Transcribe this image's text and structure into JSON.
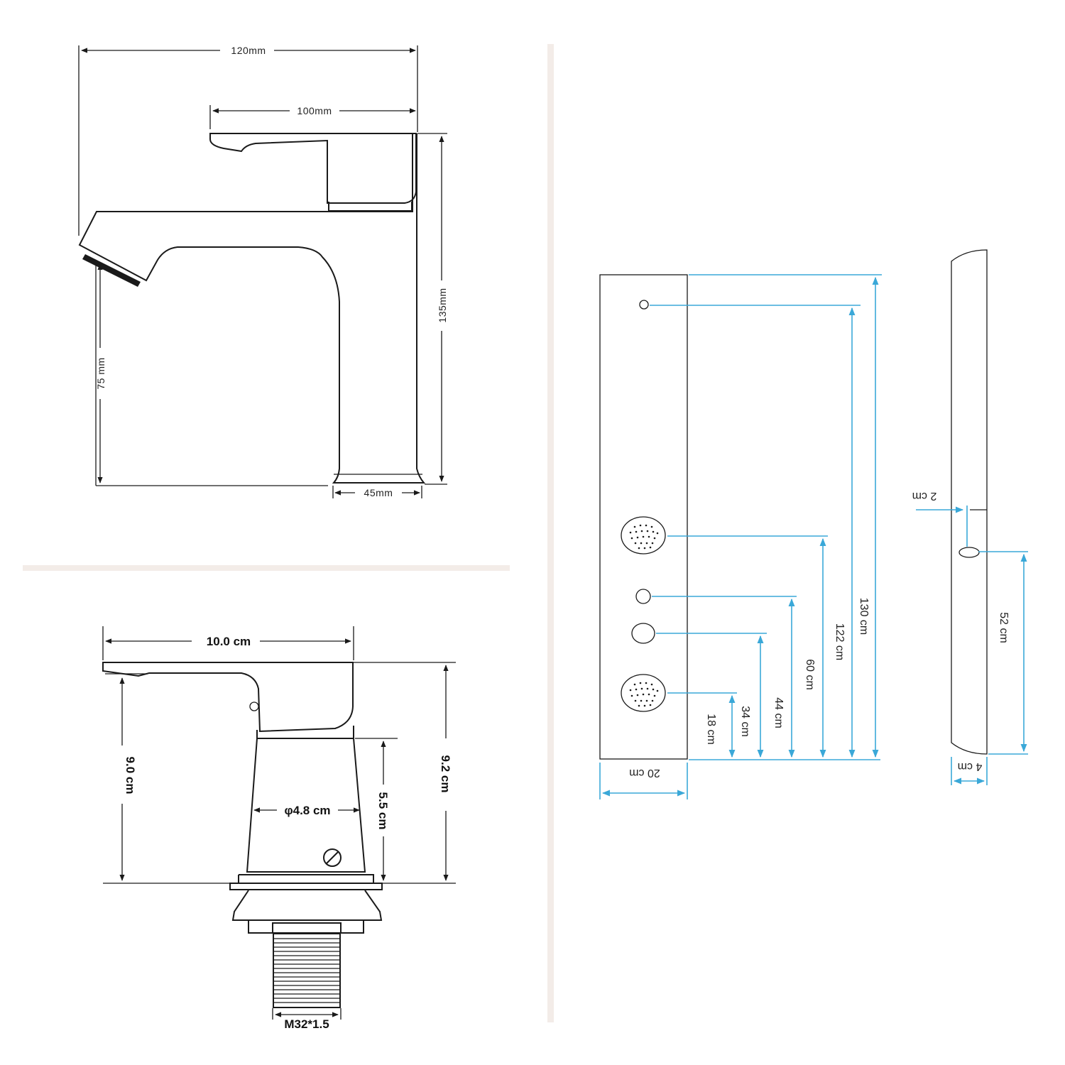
{
  "faucet_side": {
    "dims": {
      "overall_width": "120mm",
      "handle_length": "100mm",
      "height": "135mm",
      "spout_height": "75 mm",
      "base_width": "45mm"
    }
  },
  "faucet_front": {
    "dims": {
      "handle_length": "10.0 cm",
      "height_left": "9.0 cm",
      "height_right": "9.2 cm",
      "body_height": "5.5 cm",
      "body_diameter": "φ4.8 cm",
      "thread": "M32*1.5"
    }
  },
  "panel_front": {
    "dims": {
      "width": "20 cm",
      "total_height": "130 cm",
      "h_top_outlet": "122 cm",
      "h_upper_jet": "60 cm",
      "h_small_knob": "44 cm",
      "h_large_knob": "34 cm",
      "h_lower_jet": "18 cm"
    }
  },
  "panel_side": {
    "dims": {
      "protrusion": "2 cm",
      "outlet_height": "52 cm",
      "depth": "4 cm"
    }
  },
  "colors": {
    "dimension_line": "#3aa8d8",
    "outline": "#1a1a1a",
    "separator": "#f3ece8"
  }
}
